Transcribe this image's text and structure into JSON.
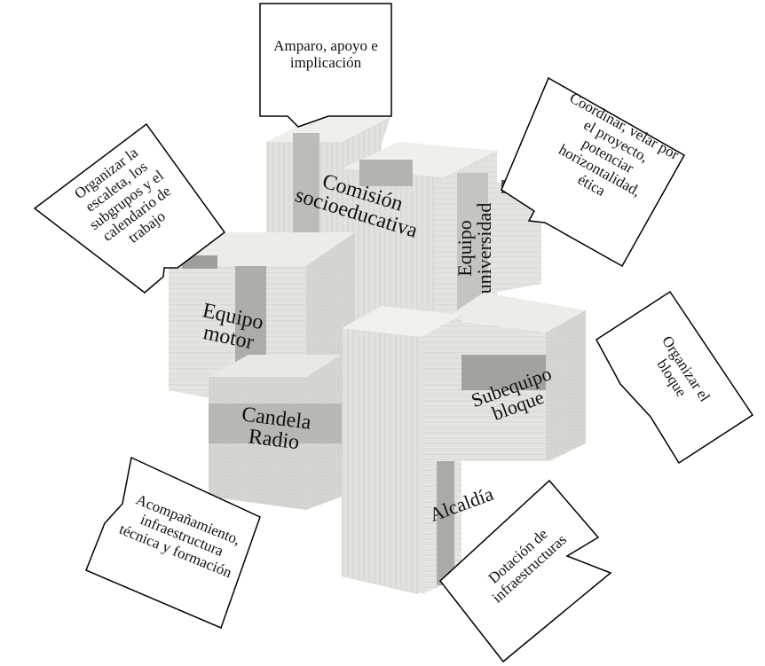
{
  "diagram": {
    "blocks": {
      "comision": "Comisión\nsocioeducativa",
      "universidad": "Equipo\nuniversidad",
      "motor": "Equipo\nmotor",
      "candela": "Candela\nRadio",
      "subequipo": "Subequipo\nbloque",
      "alcaldia": "Alcaldía"
    },
    "callouts": {
      "top": "Amparo, apoyo e\nimplicación",
      "top_right": "Coordinar, velar por\nel proyecto,\npotenciar\nhorizontalidad,\nética",
      "top_left": "Organizar la\nescaleta, los\nsubgrupos y el\ncalendario de\ntrabajo",
      "right": "Organizar el\nbloque",
      "bottom_left": "Acompañamiento,\ninfraestructura\ntécnica y formación",
      "bottom_right": "Dotación de\ninfraestructuras"
    },
    "colors": {
      "wood_light": "#e9e9e6",
      "wood_mid": "#d4d4d0",
      "wood_dark": "#a9a9a5",
      "outline": "#000000"
    }
  }
}
